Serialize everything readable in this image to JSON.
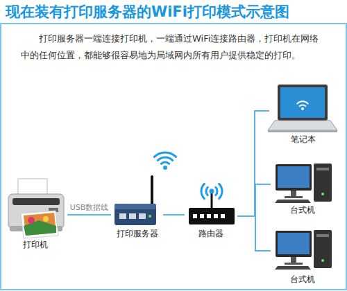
{
  "diagram": {
    "title": "现在装有打印服务器的WiFi打印模式示意图",
    "nodes": [
      {
        "text": [
          "打印机"
        ]
      },
      {
        "text": [
          "打印服务器"
        ]
      },
      {
        "text": [
          "路由器"
        ]
      },
      {
        "text": [
          "笔记本"
        ]
      },
      {
        "text": [
          "台式机"
        ]
      },
      {
        "text": [
          "台式机"
        ]
      }
    ],
    "edges": [
      {
        "from": 0,
        "to": 1,
        "label": "USB数据线",
        "arrow": "none"
      },
      {
        "from": 1,
        "to": 2,
        "arrow": "none"
      },
      {
        "from": 2,
        "to": 3,
        "arrow": "none"
      },
      {
        "from": 2,
        "to": 4,
        "arrow": "none"
      },
      {
        "from": 2,
        "to": 5,
        "arrow": "none"
      }
    ],
    "labels": [
      "打印服务器一端连接打印机，一端通过WiFi连接路由器，打印机在网络中的任何位置，都能够很容易地为局域网内所有用户提供稳定的打印。"
    ]
  }
}
